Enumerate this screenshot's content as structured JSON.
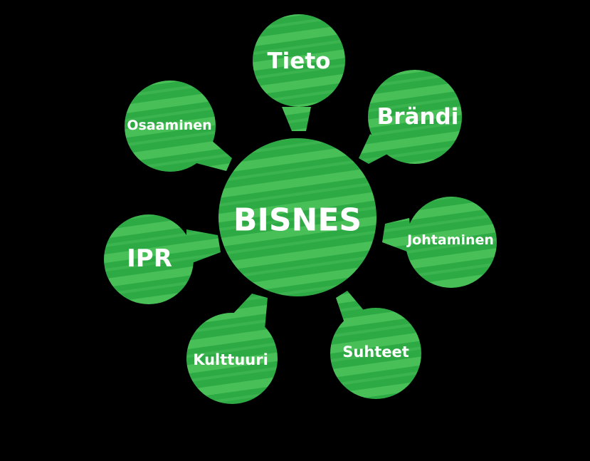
{
  "colors": {
    "background": "#000000",
    "bubble_fill": "#2eaa45",
    "stripe": "#4cc45a",
    "text": "#ffffff"
  },
  "center": {
    "label": "BISNES"
  },
  "nodes": [
    {
      "id": "tieto",
      "label": "Tieto"
    },
    {
      "id": "brandi",
      "label": "Brändi"
    },
    {
      "id": "johtaminen",
      "label": "Johtaminen"
    },
    {
      "id": "suhteet",
      "label": "Suhteet"
    },
    {
      "id": "kulttuuri",
      "label": "Kulttuuri"
    },
    {
      "id": "ipr",
      "label": "IPR"
    },
    {
      "id": "osaaminen",
      "label": "Osaaminen"
    }
  ]
}
